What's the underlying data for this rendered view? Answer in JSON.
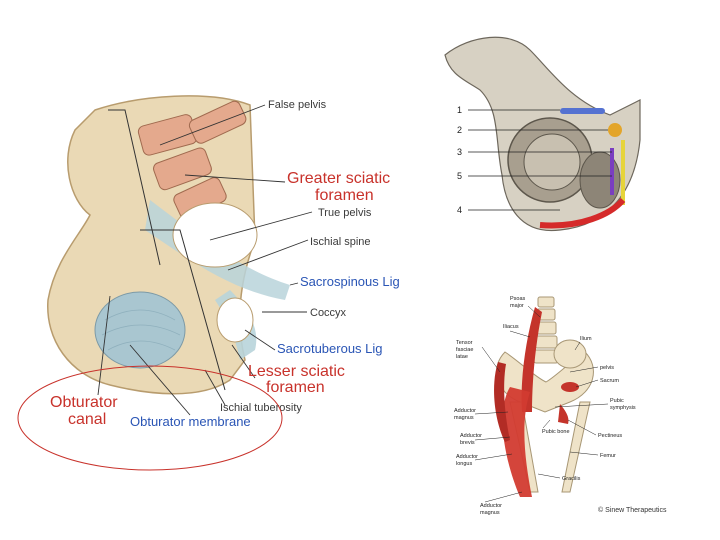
{
  "pelvis_figure": {
    "labels": {
      "false_pelvis": "False pelvis",
      "greater_sciatic_l1": "Greater sciatic",
      "greater_sciatic_l2": "foramen",
      "true_pelvis": "True pelvis",
      "ischial_spine": "Ischial spine",
      "sacrospinous": "Sacrospinous Lig",
      "coccyx": "Coccyx",
      "sacrotuberous": "Sacrotuberous Lig",
      "lesser_sciatic_l1": "Lesser sciatic",
      "lesser_sciatic_l2": "foramen",
      "ischial_tuberosity": "Ischial tuberosity",
      "obturator_canal_l1": "Obturator",
      "obturator_canal_l2": "canal",
      "obturator_membrane": "Obturator membrane"
    },
    "colors": {
      "blue_label": "#2a55b5",
      "red_label": "#c8322b",
      "highlight_ellipse": "#c8322b"
    }
  },
  "hip_figure": {
    "numbers": [
      "1",
      "2",
      "3",
      "5",
      "4"
    ]
  },
  "muscle_figure": {
    "labels": {
      "psoas_l1": "Psoas",
      "psoas_l2": "major",
      "iliacus": "Iliacus",
      "tfl_l1": "Tensor",
      "tfl_l2": "fasciae",
      "tfl_l3": "latae",
      "adductor_magnus_top_l1": "Adductor",
      "adductor_magnus_top_l2": "magnus",
      "adductor_brevis_l1": "Adductor",
      "adductor_brevis_l2": "brevis",
      "adductor_longus_l1": "Adductor",
      "adductor_longus_l2": "longus",
      "adductor_magnus_bottom_l1": "Adductor",
      "adductor_magnus_bottom_l2": "magnus",
      "ilium": "Ilium",
      "pelvis": "pelvis",
      "sacrum": "Sacrum",
      "pubic_symphysis_l1": "Pubic",
      "pubic_symphysis_l2": "symphysis",
      "pubic_bone": "Pubic bone",
      "pectineus": "Pectineus",
      "femur": "Femur",
      "gracilis": "Gracilis"
    },
    "credit": "© Sinew Therapeutics"
  }
}
